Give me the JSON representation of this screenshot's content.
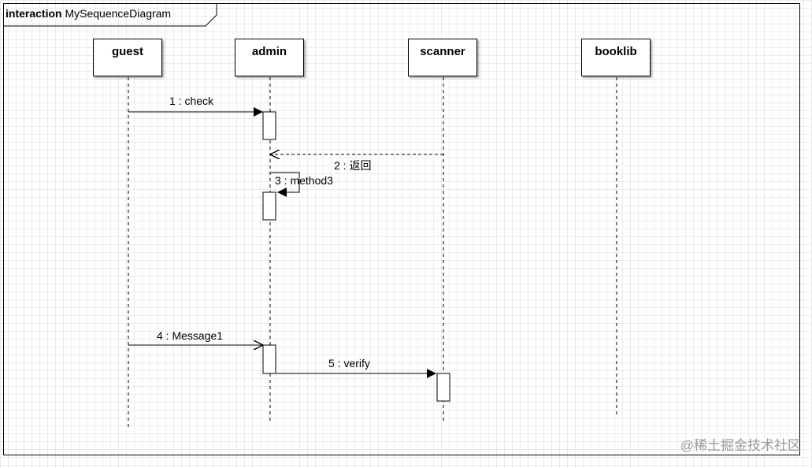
{
  "frame": {
    "keyword": "interaction",
    "name": "MySequenceDiagram"
  },
  "lifelines": [
    {
      "id": "guest",
      "label": "guest"
    },
    {
      "id": "admin",
      "label": "admin"
    },
    {
      "id": "scanner",
      "label": "scanner"
    },
    {
      "id": "booklib",
      "label": "booklib"
    }
  ],
  "messages": [
    {
      "label": "1 : check",
      "from": "guest",
      "to": "admin",
      "kind": "sync"
    },
    {
      "label": "2 : 返回",
      "from": "scanner",
      "to": "admin",
      "kind": "reply"
    },
    {
      "label": "3 : method3",
      "from": "admin",
      "to": "admin",
      "kind": "self"
    },
    {
      "label": "4 : Message1",
      "from": "guest",
      "to": "admin",
      "kind": "async"
    },
    {
      "label": "5 : verify",
      "from": "admin",
      "to": "scanner",
      "kind": "sync"
    }
  ],
  "watermark": "@稀土掘金技术社区"
}
